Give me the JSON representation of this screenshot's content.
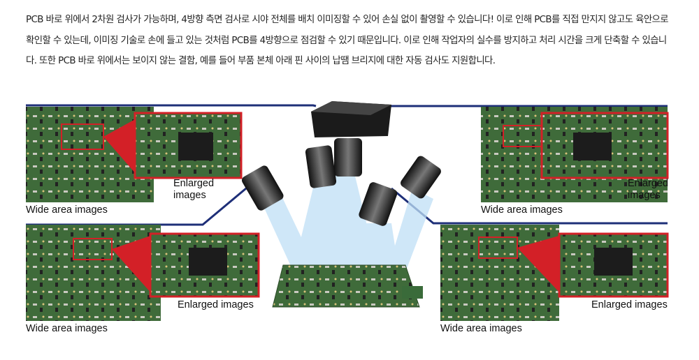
{
  "paragraph": "PCB 바로 위에서 2차원 검사가 가능하며, 4방향 측면 검사로 시야 전체를 배치 이미징할 수 있어 손실 없이 촬영할 수 있습니다! 이로 인해 PCB를 직접 만지지 않고도 육안으로 확인할 수 있는데, 이미징 기술로 손에 들고 있는 것처럼 PCB를 4방향으로 점검할 수 있기 때문입니다. 이로 인해 작업자의 실수를 방지하고 처리 시간을 크게 단축할 수 있습니다. 또한 PCB 바로 위에서는 보이지 않는 결함, 예를 들어 부품 본체 아래 핀 사이의 납땜 브리지에 대한 자동 검사도 지원합니다.",
  "figure": {
    "enlarged_label_line1": "Enlarged",
    "enlarged_label_line2": "images",
    "enlarged_label": "Enlarged images",
    "wide_label": "Wide area images",
    "colors": {
      "frame": "#1e2f78",
      "highlight": "#d32027",
      "pcb": "#3f6b3a",
      "light": "#bfe0f6"
    }
  }
}
